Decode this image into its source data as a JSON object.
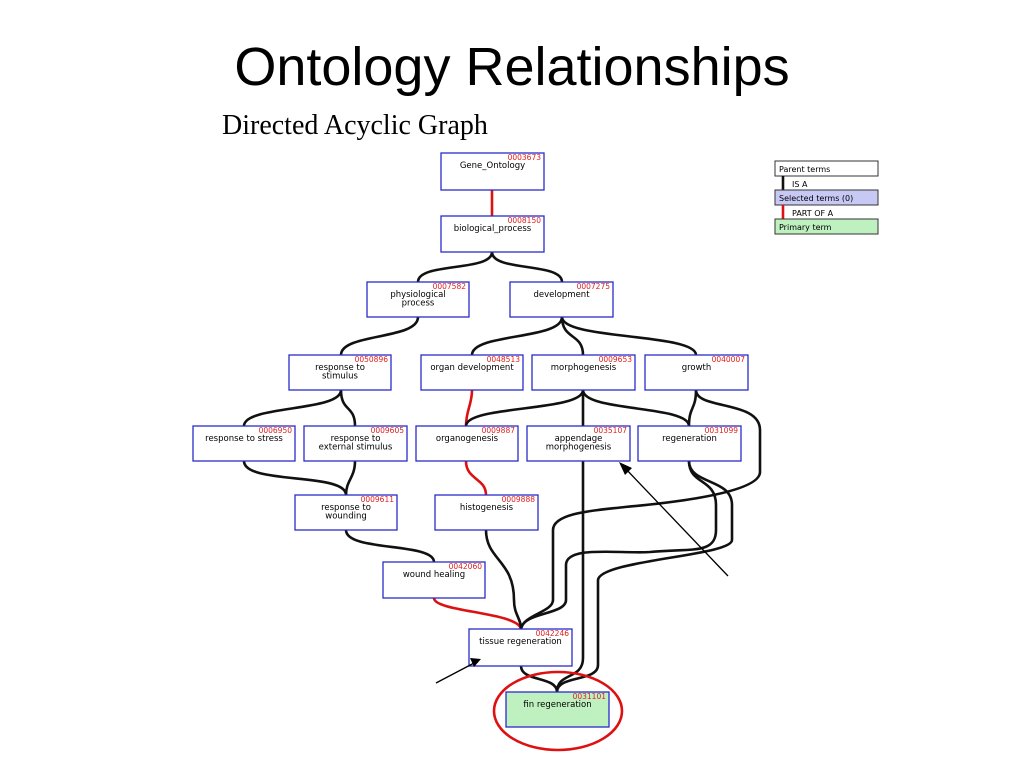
{
  "title": "Ontology Relationships",
  "subtitle": "Directed Acyclic Graph",
  "nodes": {
    "gene_ontology": {
      "id": "0003673",
      "lines": [
        "Gene_Ontology"
      ]
    },
    "biological_process": {
      "id": "0008150",
      "lines": [
        "biological_process"
      ]
    },
    "physiological_process": {
      "id": "0007582",
      "lines": [
        "physiological",
        "process"
      ]
    },
    "development": {
      "id": "0007275",
      "lines": [
        "development"
      ]
    },
    "response_to_stimulus": {
      "id": "0050896",
      "lines": [
        "response to",
        "stimulus"
      ]
    },
    "organ_development": {
      "id": "0048513",
      "lines": [
        "organ development"
      ]
    },
    "morphogenesis": {
      "id": "0009653",
      "lines": [
        "morphogenesis"
      ]
    },
    "growth": {
      "id": "0040007",
      "lines": [
        "growth"
      ]
    },
    "response_to_stress": {
      "id": "0006950",
      "lines": [
        "response to stress"
      ]
    },
    "response_to_external_stimulus": {
      "id": "0009605",
      "lines": [
        "response to",
        "external stimulus"
      ]
    },
    "organogenesis": {
      "id": "0009887",
      "lines": [
        "organogenesis"
      ]
    },
    "appendage_morphogenesis": {
      "id": "0035107",
      "lines": [
        "appendage",
        "morphogenesis"
      ]
    },
    "regeneration": {
      "id": "0031099",
      "lines": [
        "regeneration"
      ]
    },
    "response_to_wounding": {
      "id": "0009611",
      "lines": [
        "response to",
        "wounding"
      ]
    },
    "histogenesis": {
      "id": "0009888",
      "lines": [
        "histogenesis"
      ]
    },
    "wound_healing": {
      "id": "0042060",
      "lines": [
        "wound healing"
      ]
    },
    "tissue_regeneration": {
      "id": "0042246",
      "lines": [
        "tissue regeneration"
      ]
    },
    "fin_regeneration": {
      "id": "0031101",
      "lines": [
        "fin regeneration"
      ],
      "primary": true
    }
  },
  "legend": {
    "parent_terms": "Parent terms",
    "is_a": "IS A",
    "selected_terms": "Selected terms (0)",
    "part_of_a": "PART OF A",
    "primary_term": "Primary term"
  },
  "colors": {
    "is_a": "#111111",
    "part_of": "#dd1111",
    "node_border": "#2b2bcc",
    "primary_fill": "#bff0bf",
    "selected_fill": "#c8c8f5",
    "highlight_circle": "#dd1111"
  }
}
